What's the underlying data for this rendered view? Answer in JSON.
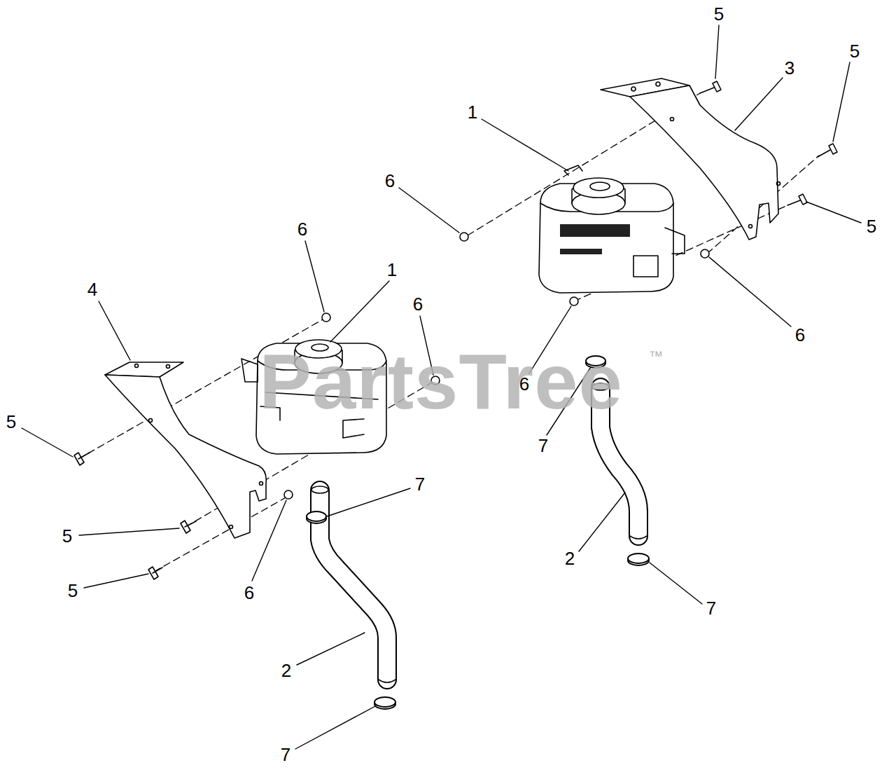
{
  "diagram": {
    "labels": [
      "5",
      "5",
      "3",
      "1",
      "6",
      "5",
      "6",
      "1",
      "4",
      "6",
      "6",
      "6",
      "5",
      "7",
      "7",
      "5",
      "2",
      "5",
      "6",
      "7",
      "2",
      "7",
      "PartsTree",
      "™"
    ]
  }
}
